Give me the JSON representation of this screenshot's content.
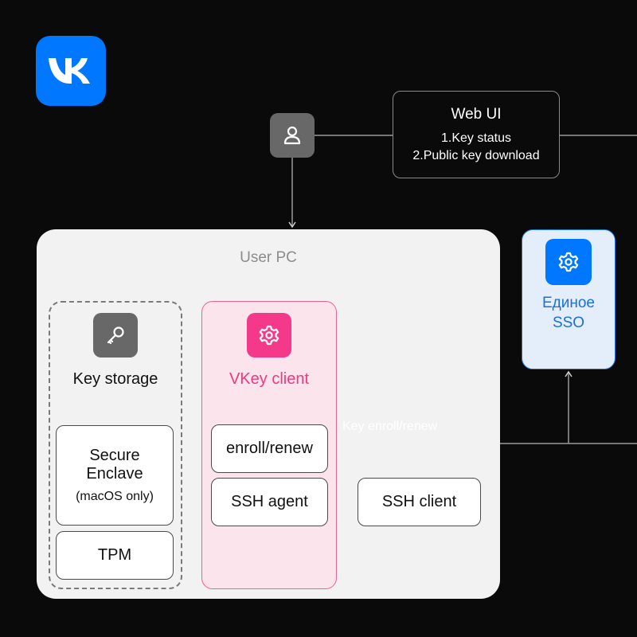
{
  "logo": {
    "name": "vk-logo",
    "color": "#0077ff"
  },
  "web_ui": {
    "title": "Web UI",
    "items": [
      "1.Key status",
      "2.Public key download"
    ]
  },
  "user_pc": {
    "label": "User PC",
    "key_storage": {
      "label": "Key storage",
      "icon": "key-icon",
      "secure_enclave": {
        "label": "Secure Enclave",
        "note": "(macOS only)"
      },
      "tpm": {
        "label": "TPM"
      }
    },
    "vkey_client": {
      "label": "VKey client",
      "icon": "gear-icon",
      "accent": "#f4398a",
      "enroll": "enroll/renew",
      "ssh_agent": "SSH agent"
    },
    "ssh_client": "SSH client"
  },
  "sso": {
    "label": "Единое SSO",
    "icon": "gear-icon",
    "accent": "#0077ff"
  },
  "edges": {
    "key_enroll": "Key enroll/renew"
  }
}
